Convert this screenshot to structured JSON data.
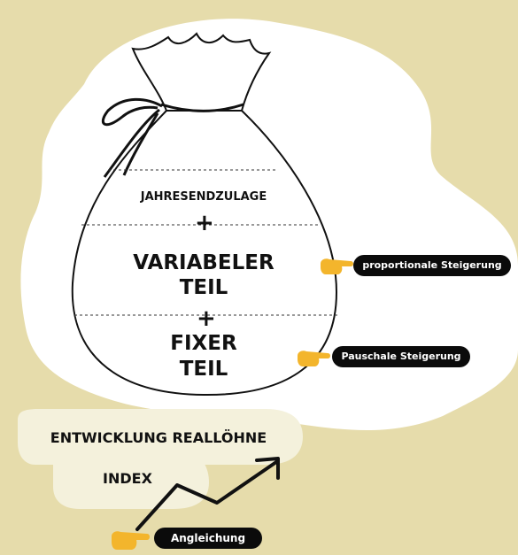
{
  "bag": {
    "top_label": "JAHRESENDZULAGE",
    "plus": "+",
    "middle_label_line1": "VARIABELER",
    "middle_label_line2": "TEIL",
    "bottom_label_line1": "FIXER",
    "bottom_label_line2": "TEIL"
  },
  "callouts": {
    "proportional": "proportionale Steigerung",
    "pauschal": "Pauschale Steigerung",
    "angleichung": "Angleichung"
  },
  "trend": {
    "label1": "ENTWICKLUNG REALLÖHNE",
    "label2": "INDEX"
  },
  "icons": [
    "pointing-hand-icon",
    "arrow-up-right-icon"
  ],
  "colors": {
    "background": "#e6dcab",
    "blob": "#ffffff",
    "bubble": "#f4f1dc",
    "ink": "#111111",
    "pill": "#0b0b0b",
    "hand": "#f3b52c"
  }
}
